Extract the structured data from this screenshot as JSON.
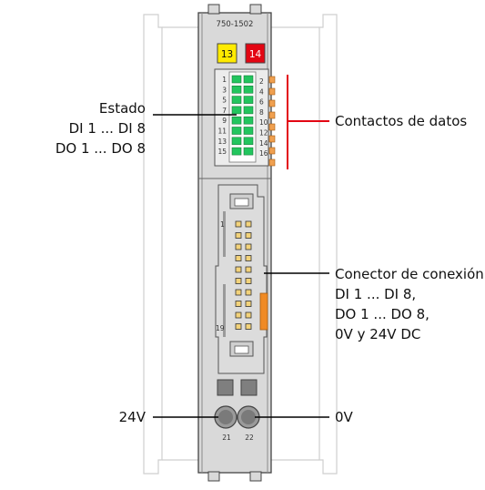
{
  "module": {
    "part_number": "750-1502",
    "terminal_left": "13",
    "terminal_right": "14",
    "led_numbers_left": [
      "1",
      "3",
      "5",
      "7",
      "9",
      "11",
      "13",
      "15"
    ],
    "led_numbers_right": [
      "2",
      "4",
      "6",
      "8",
      "10",
      "12",
      "14",
      "16"
    ],
    "connector_pin_first": "1",
    "connector_pin_last": "19",
    "bottom_terminal_left": "21",
    "bottom_terminal_right": "22"
  },
  "labels": {
    "status": [
      "Estado",
      "DI 1 ... DI 8",
      "DO 1 ... DO 8"
    ],
    "data_contacts": "Contactos de datos",
    "connector": [
      "Conector de conexión",
      "DI 1 ... DI 8,",
      "DO 1 ... DO 8,",
      "0V y 24V DC"
    ],
    "supply_left": "24V",
    "supply_right": "0V"
  },
  "colors": {
    "housing": "#d9d9d9",
    "terminal_yellow": "#ffeb00",
    "terminal_red": "#e30613",
    "led_green": "#22c55e",
    "contact_orange": "#f0a050",
    "bracket_red": "#e30613",
    "connector_orange": "#f08a24",
    "leader_line": "#000000"
  }
}
